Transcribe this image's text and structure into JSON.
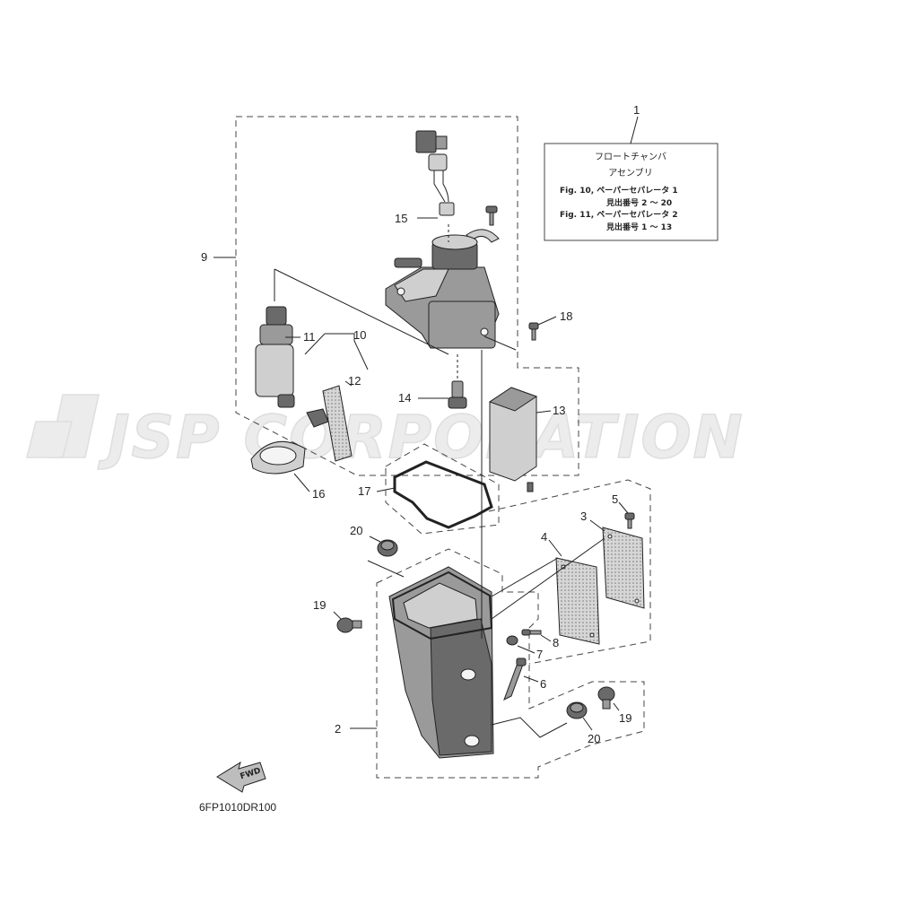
{
  "watermark": "JSP CORPORATION",
  "diagram_code": "6FP1010DR100",
  "fwd_label": "FWD",
  "note": {
    "ref": "1",
    "title_line1": "フロートチャンバ",
    "title_line2": "アセンブリ",
    "fig10_line1": "Fig. 10, ペーパーセパレータ 1",
    "fig10_line2": "見出番号 2 ～ 20",
    "fig11_line1": "Fig. 11, ペーパーセパレータ 2",
    "fig11_line2": "見出番号 1 ～ 13"
  },
  "callouts": {
    "n1": "1",
    "n2": "2",
    "n3": "3",
    "n4": "4",
    "n5": "5",
    "n6": "6",
    "n7": "7",
    "n8": "8",
    "n9": "9",
    "n10": "10",
    "n11": "11",
    "n12": "12",
    "n13": "13",
    "n14": "14",
    "n15": "15",
    "n16": "16",
    "n17": "17",
    "n18": "18",
    "n19a": "19",
    "n19b": "19",
    "n20a": "20",
    "n20b": "20"
  }
}
